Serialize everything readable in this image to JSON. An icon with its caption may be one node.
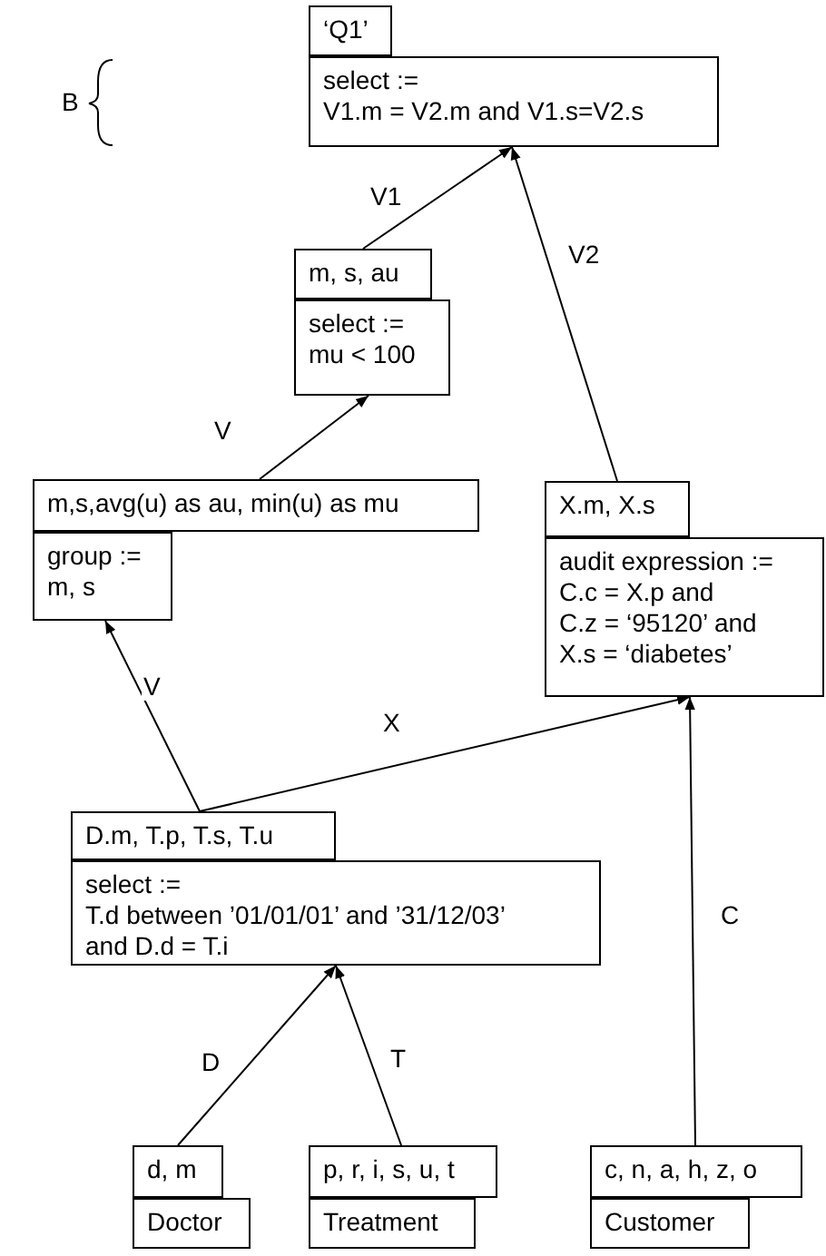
{
  "diagram": {
    "nodes": [
      {
        "text": [
          "‘Q1’"
        ]
      },
      {
        "text": [
          "select :=",
          "V1.m = V2.m and V1.s=V2.s"
        ]
      },
      {
        "text": [
          "m, s, au"
        ]
      },
      {
        "text": [
          "select :=",
          "mu < 100"
        ]
      },
      {
        "text": [
          "m,s,avg(u) as au, min(u) as mu"
        ]
      },
      {
        "text": [
          "group :=",
          "m, s"
        ]
      },
      {
        "text": [
          "X.m, X.s"
        ]
      },
      {
        "text": [
          "audit expression :=",
          "C.c = X.p and",
          "C.z = ‘95120’ and",
          "X.s = ‘diabetes’"
        ]
      },
      {
        "text": [
          "D.m, T.p, T.s, T.u"
        ]
      },
      {
        "text": [
          "select :=",
          "T.d between ’01/01/01’ and ’31/12/03’",
          "and D.d = T.i"
        ]
      },
      {
        "text": [
          "d, m"
        ]
      },
      {
        "text": [
          "Doctor"
        ]
      },
      {
        "text": [
          "p, r, i, s, u, t"
        ]
      },
      {
        "text": [
          "Treatment"
        ]
      },
      {
        "text": [
          "c, n, a, h, z, o"
        ]
      },
      {
        "text": [
          "Customer"
        ]
      }
    ],
    "edges": [
      {
        "from": 2,
        "to": 1,
        "arrow": "to",
        "label": "V1"
      },
      {
        "from": 6,
        "to": 1,
        "arrow": "to",
        "label": "V2"
      },
      {
        "from": 4,
        "to": 3,
        "arrow": "to",
        "label": "V"
      },
      {
        "from": 8,
        "to": 5,
        "arrow": "to",
        "label": "V"
      },
      {
        "from": 8,
        "to": 7,
        "arrow": "to",
        "label": "X"
      },
      {
        "from": 14,
        "to": 7,
        "arrow": "to",
        "label": "C"
      },
      {
        "from": 10,
        "to": 9,
        "arrow": "to",
        "label": "D"
      },
      {
        "from": 12,
        "to": 9,
        "arrow": "to",
        "label": "T"
      }
    ],
    "labels": [
      "B"
    ]
  }
}
